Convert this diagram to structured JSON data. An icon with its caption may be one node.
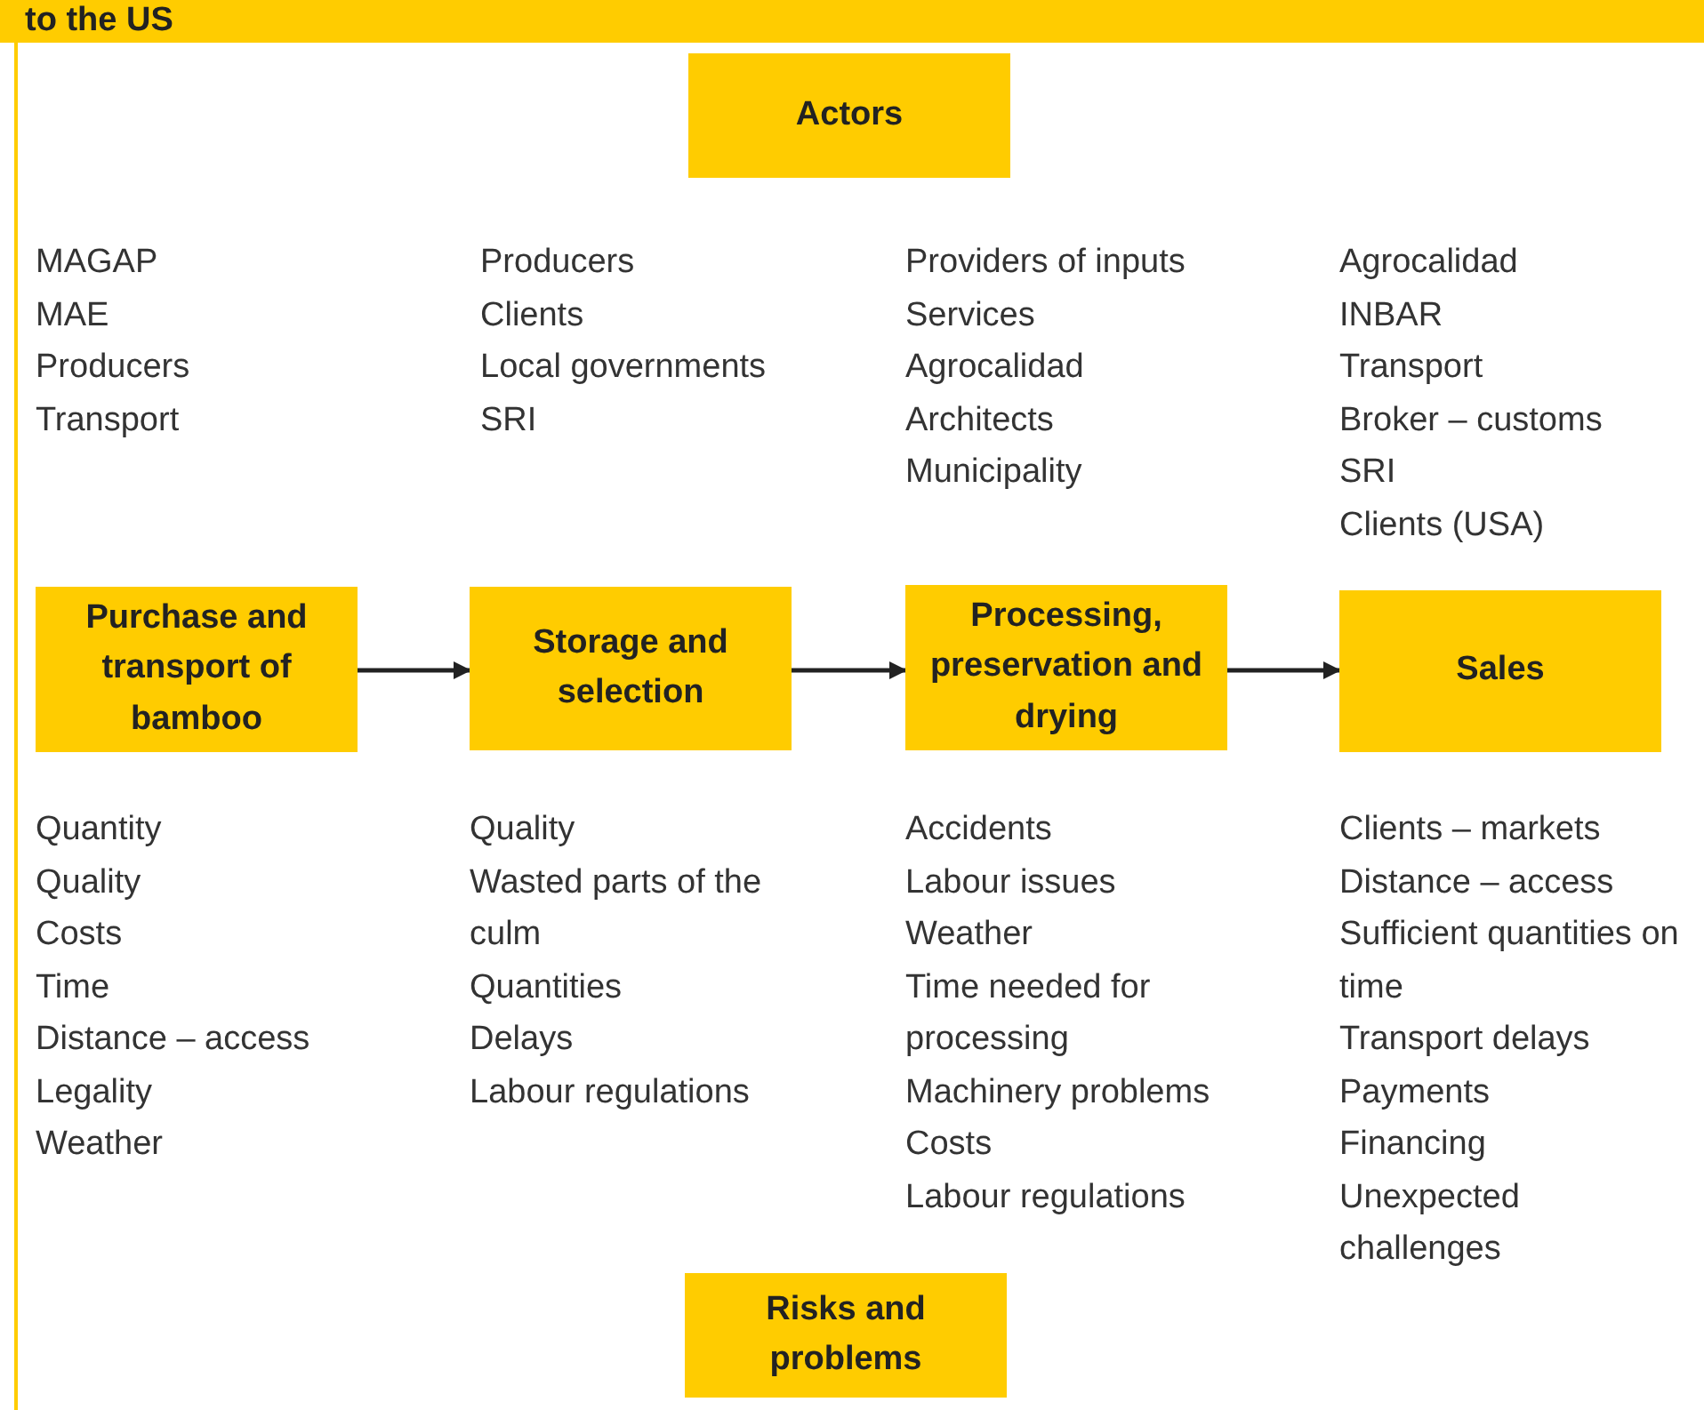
{
  "diagram": {
    "title": "to the US",
    "nodes": [
      {
        "text": [
          "Actors"
        ]
      },
      {
        "text": [
          "Purchase and transport of bamboo"
        ]
      },
      {
        "text": [
          "Storage and selection"
        ]
      },
      {
        "text": [
          "Processing, preservation and drying"
        ]
      },
      {
        "text": [
          "Sales"
        ]
      },
      {
        "text": [
          "Risks and problems"
        ]
      }
    ],
    "edges": [
      {
        "from": 1,
        "to": 2,
        "arrow": "to"
      },
      {
        "from": 2,
        "to": 3,
        "arrow": "to"
      },
      {
        "from": 3,
        "to": 4,
        "arrow": "to"
      }
    ],
    "labels": [
      "MAGAP",
      "MAE",
      "Producers",
      "Transport",
      "Producers",
      "Clients",
      "Local governments",
      "SRI",
      "Providers of inputs",
      "Services",
      "Agrocalidad",
      "Architects",
      "Municipality",
      "Agrocalidad",
      "INBAR",
      "Transport",
      "Broker – customs",
      "SRI",
      "Clients (USA)",
      "Quantity",
      "Quality",
      "Costs",
      "Time",
      "Distance – access",
      "Legality",
      "Weather",
      "Quality",
      "Wasted parts of the culm",
      "Quantities",
      "Delays",
      "Labour regulations",
      "Accidents",
      "Labour issues",
      "Weather",
      "Time needed for processing",
      "Machinery problems",
      "Costs",
      "Labour regulations",
      "Clients – markets",
      "Distance – access",
      "Sufficient quantities on time",
      "Transport delays",
      "Payments",
      "Financing",
      "Unexpected challenges"
    ]
  }
}
